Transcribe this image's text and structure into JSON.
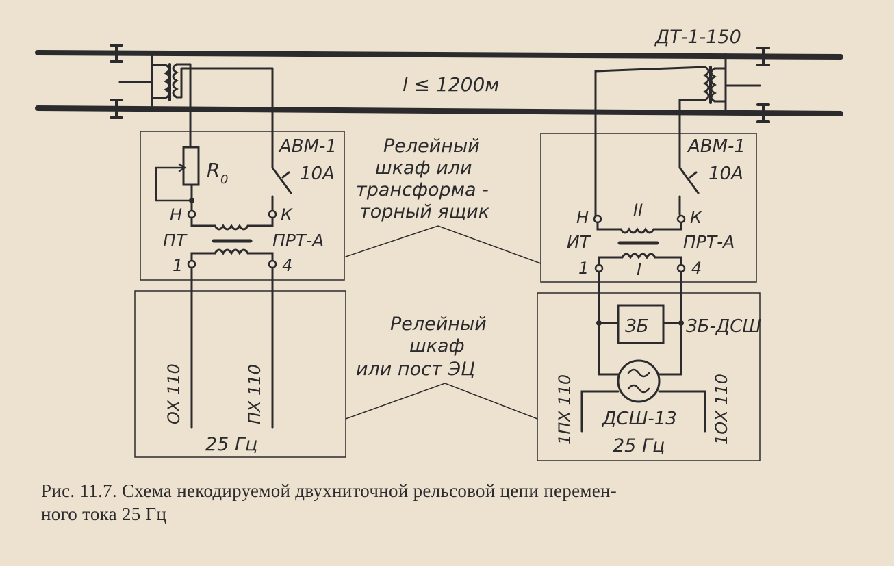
{
  "diagram": {
    "transformer_top_right": "ДТ-1-150",
    "track_length": "l ≤ 1200м",
    "left_box": {
      "switch_label": "АВМ-1",
      "switch_current": "10А",
      "resistor": "R",
      "resistor_sub": "0",
      "terminal_n": "Н",
      "terminal_k": "К",
      "transformer_left": "ПТ",
      "transformer_right": "ПРТ-А",
      "pin_1": "1",
      "pin_4": "4"
    },
    "right_box": {
      "switch_label": "АВМ-1",
      "switch_current": "10А",
      "terminal_n": "Н",
      "terminal_k": "К",
      "winding_2": "II",
      "winding_1": "I",
      "transformer_left": "ИТ",
      "transformer_right": "ПРТ-А",
      "pin_1": "1",
      "pin_4": "4"
    },
    "middle_upper": [
      "Релейный",
      "шкаф или",
      "трансформа -",
      "торный ящик"
    ],
    "middle_lower": [
      "Релейный",
      "шкаф",
      "или пост ЭЦ"
    ],
    "left_lower": {
      "wire_1": "ОХ 110",
      "wire_2": "ПХ 110",
      "freq": "25 Гц"
    },
    "right_lower": {
      "block": "ЗБ",
      "block_ext": "ЗБ-ДСШ",
      "relay": "ДСШ-13",
      "wire_1": "1ПХ 110",
      "wire_2": "1ОХ 110",
      "freq": "25 Гц"
    }
  },
  "caption": {
    "line1": "Рис. 11.7. Схема некодируемой двухниточной рельсовой цепи перемен-",
    "line2": "ного тока 25 Гц"
  }
}
